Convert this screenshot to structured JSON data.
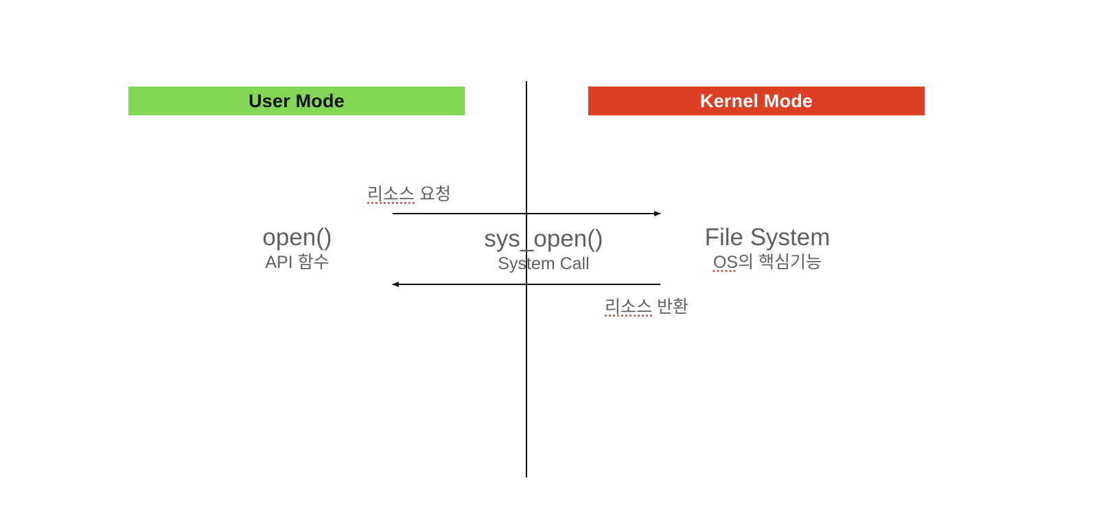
{
  "modes": {
    "user": "User Mode",
    "kernel": "Kernel Mode"
  },
  "colors": {
    "user_mode": "#84d655",
    "kernel_mode": "#dc3f23",
    "text": "#5f5f5f",
    "line": "#111111"
  },
  "nodes": {
    "api": {
      "title": "open()",
      "subtitle": "API 함수"
    },
    "syscall": {
      "title": "sys_open()",
      "subtitle": "System Call"
    },
    "fs": {
      "title": "File System",
      "subtitle_a": "OS",
      "subtitle_b": "의 핵심기능"
    }
  },
  "arrows": {
    "request": {
      "label_a": "리소스",
      "label_b": " 요청"
    },
    "return": {
      "label_a": "리소스",
      "label_b": " 반환"
    }
  }
}
